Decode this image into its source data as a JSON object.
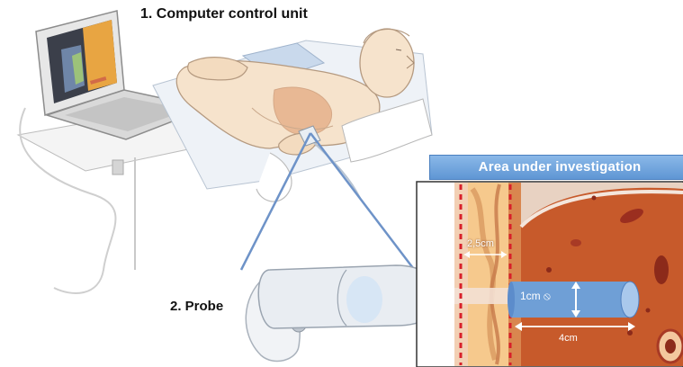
{
  "labels": {
    "computer_unit": "1. Computer control unit",
    "probe": "2. Probe",
    "area": "Area under investigation"
  },
  "measurements": {
    "wall_thickness": "2,5cm",
    "diameter": "1cm ⦸",
    "length": "4cm"
  }
}
